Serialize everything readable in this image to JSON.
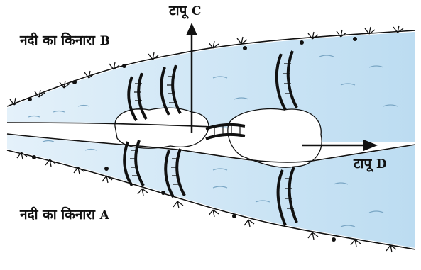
{
  "labels": {
    "bank_b": {
      "text": "नदी का किनारा",
      "letter": "B"
    },
    "bank_a": {
      "text": "नदी का किनारा",
      "letter": "A"
    },
    "island_c": {
      "text": "टापू",
      "letter": "C"
    },
    "island_d": {
      "text": "टापू",
      "letter": "D"
    }
  },
  "colors": {
    "water": "#cfe6f5",
    "ink": "#111111",
    "island": "#ffffff"
  },
  "icons": [
    "bridge-icon",
    "grass-icon",
    "arrow-up-icon",
    "arrow-right-icon"
  ]
}
